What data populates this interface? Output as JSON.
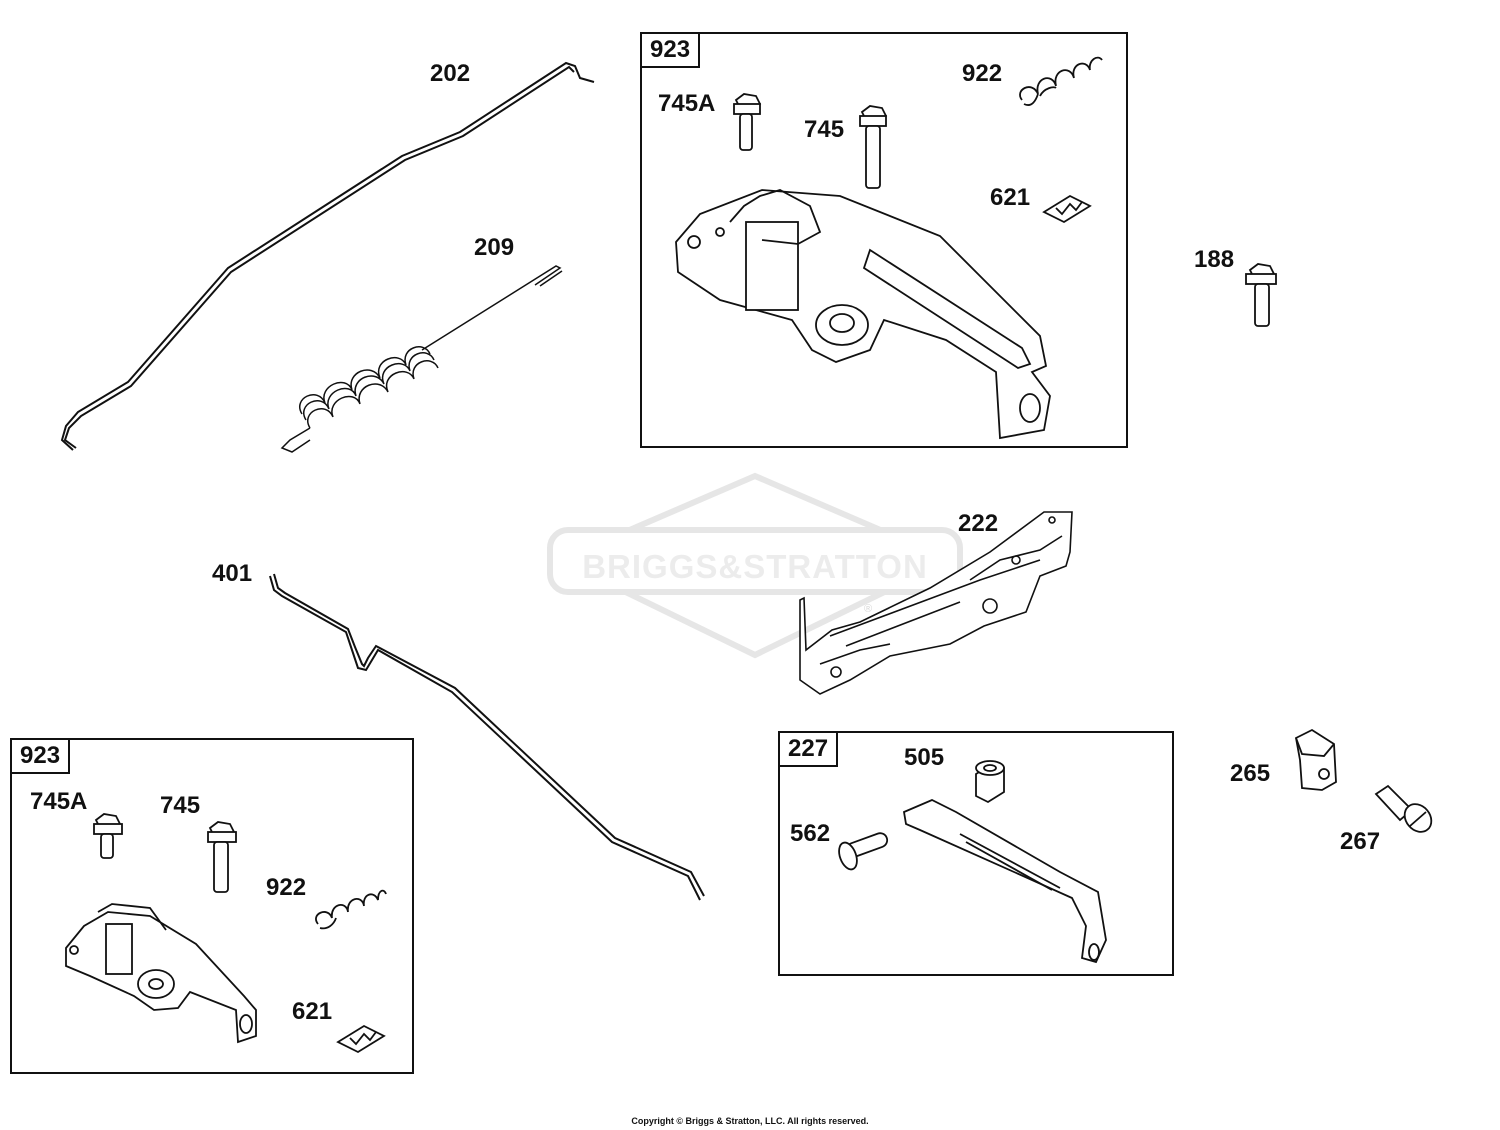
{
  "watermark": {
    "brand": "BRIGGS&STRATTON",
    "registered_mark": "®"
  },
  "kits": {
    "kit_top": {
      "number": "923",
      "part_745A": "745A",
      "part_745": "745",
      "part_922": "922",
      "part_621": "621"
    },
    "kit_bottom": {
      "number": "923",
      "part_745A": "745A",
      "part_745": "745",
      "part_922": "922",
      "part_621": "621"
    },
    "kit_227": {
      "number": "227",
      "part_505": "505",
      "part_562": "562"
    }
  },
  "parts": {
    "p202": "202",
    "p209": "209",
    "p188": "188",
    "p222": "222",
    "p401": "401",
    "p265": "265",
    "p267": "267"
  },
  "footer": {
    "copyright": "Copyright © Briggs & Stratton, LLC. All rights reserved."
  },
  "colors": {
    "line": "#111111",
    "watermark": "#e6e6e6",
    "background": "#ffffff"
  }
}
